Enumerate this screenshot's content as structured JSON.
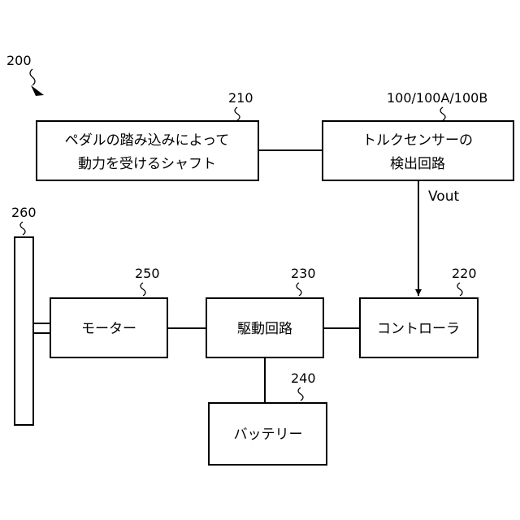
{
  "figure": {
    "ref": "200",
    "blocks": {
      "shaft": {
        "ref": "210",
        "line1": "ペダルの踏み込みによって",
        "line2": "動力を受けるシャフト"
      },
      "sensor": {
        "ref": "100/100A/100B",
        "line1": "トルクセンサーの",
        "line2": "検出回路"
      },
      "controller": {
        "ref": "220",
        "label": "コントローラ"
      },
      "drive": {
        "ref": "230",
        "label": "駆動回路"
      },
      "battery": {
        "ref": "240",
        "label": "バッテリー"
      },
      "motor": {
        "ref": "250",
        "label": "モーター"
      },
      "wheel": {
        "ref": "260"
      }
    },
    "signal": "Vout"
  }
}
